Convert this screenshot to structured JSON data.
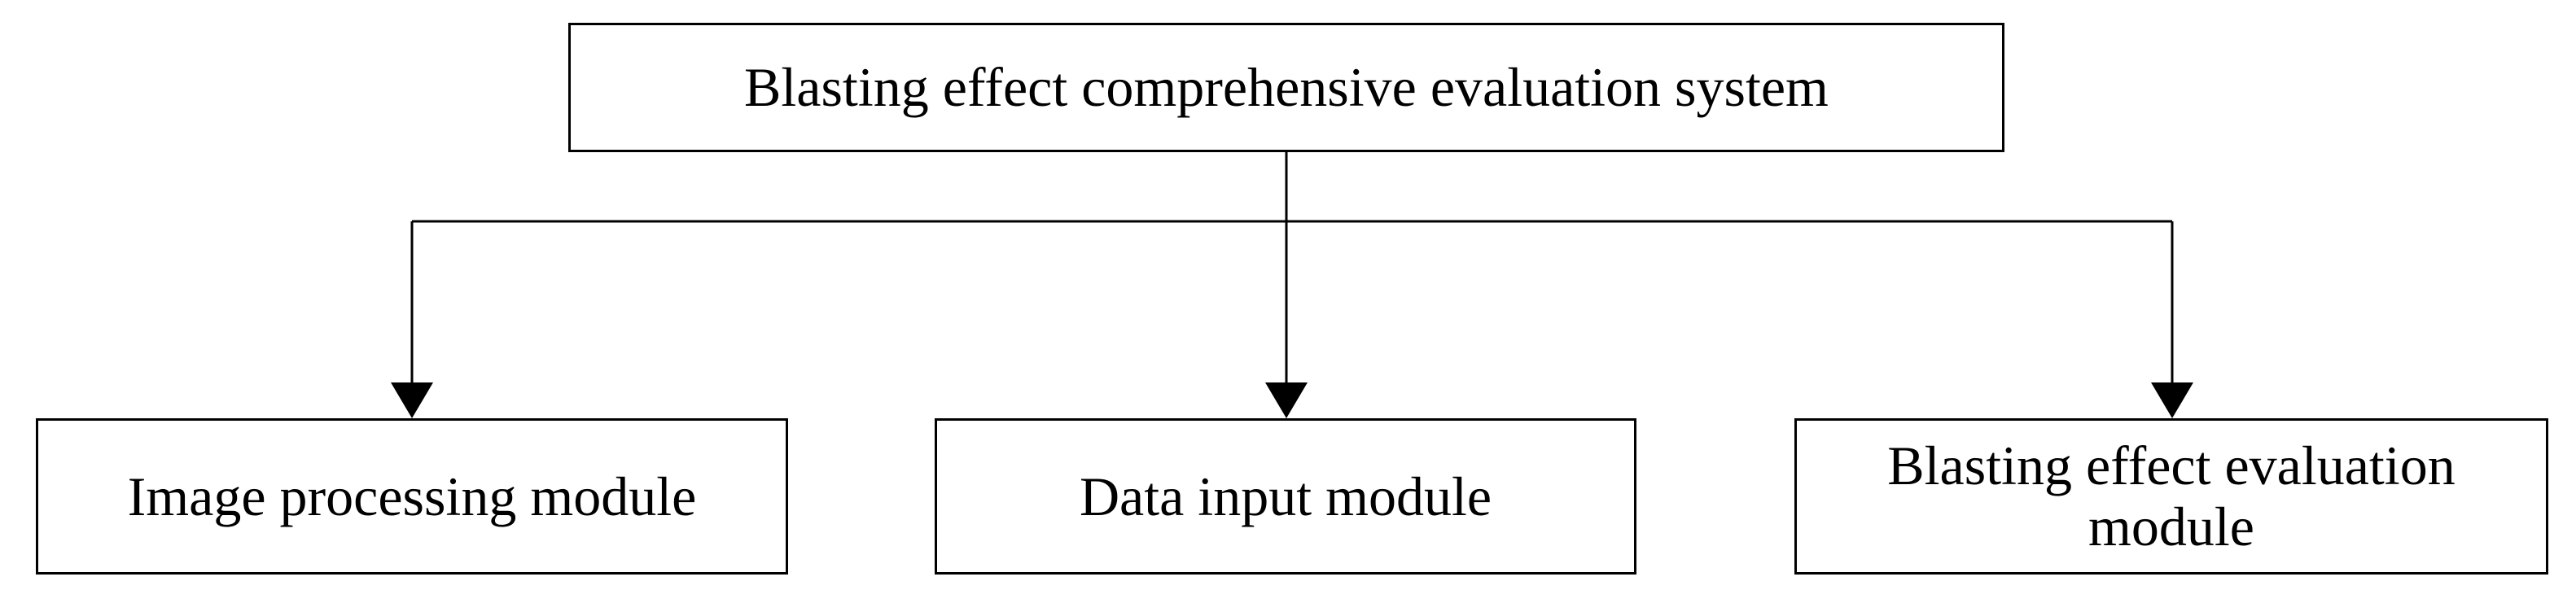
{
  "diagram": {
    "root": {
      "label": "Blasting effect comprehensive evaluation system"
    },
    "children": [
      {
        "label": "Image processing module"
      },
      {
        "label": "Data input module"
      },
      {
        "label": "Blasting effect evaluation module"
      }
    ],
    "colors": {
      "stroke": "#000000",
      "background": "#ffffff"
    }
  }
}
